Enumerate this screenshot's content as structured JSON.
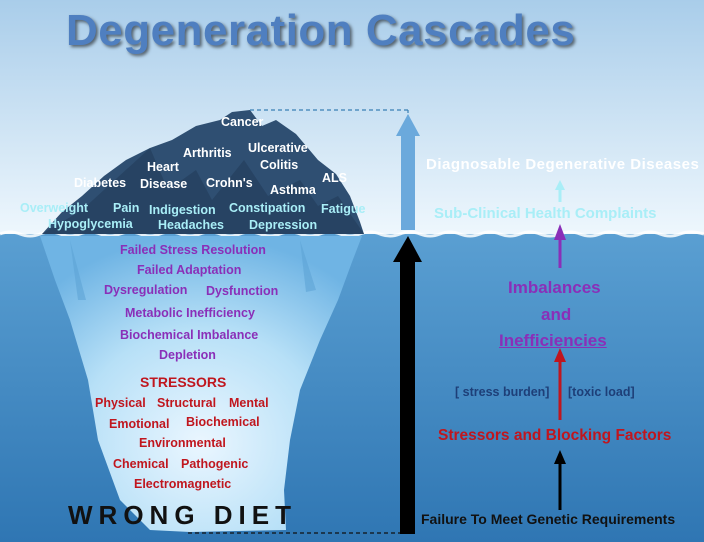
{
  "title": "Degeneration Cascades",
  "diseases": {
    "cancer": "Cancer",
    "ulcerative_line1": "Ulcerative",
    "ulcerative_line2": "Colitis",
    "arthritis": "Arthritis",
    "heart_line1": "Heart",
    "heart_line2": "Disease",
    "crohns": "Crohn's",
    "als": "ALS",
    "asthma": "Asthma",
    "diabetes": "Diabetes"
  },
  "complaints": {
    "overweight": "Overweight",
    "pain": "Pain",
    "indigestion": "Indigestion",
    "constipation": "Constipation",
    "fatigue": "Fatigue",
    "hypoglycemia": "Hypoglycemia",
    "headaches": "Headaches",
    "depression": "Depression"
  },
  "imbalances": {
    "failed_stress_resolution": "Failed Stress Resolution",
    "failed_adaptation": "Failed Adaptation",
    "dysregulation": "Dysregulation",
    "dysfunction": "Dysfunction",
    "metabolic_inefficiency": "Metabolic Inefficiency",
    "biochemical_imbalance": "Biochemical Imbalance",
    "depletion": "Depletion"
  },
  "stressors": {
    "heading": "STRESSORS",
    "physical": "Physical",
    "structural": "Structural",
    "mental": "Mental",
    "emotional": "Emotional",
    "biochemical": "Biochemical",
    "environmental": "Environmental",
    "chemical": "Chemical",
    "pathogenic": "Pathogenic",
    "electromagnetic": "Electromagnetic"
  },
  "base": "WRONG DIET",
  "cascade": {
    "diagnosable": "Diagnosable  Degenerative  Diseases",
    "subclinical": "Sub-Clinical Health Complaints",
    "imbalances": "Imbalances",
    "and": "and",
    "inefficiencies": "Inefficiencies",
    "stress_burden": "[ stress burden]",
    "toxic_load": "[toxic load]",
    "stressors_blocking": "Stressors and Blocking Factors",
    "failure": "Failure To Meet Genetic Requirements"
  },
  "colors": {
    "sky": "#dceefa",
    "sea": "#4f93c9",
    "ice_top": "#2f4f72",
    "ice_under": "#9ed2f2",
    "purple": "#8a2fb8",
    "red": "#c0161e",
    "cyan": "#a9eef7"
  }
}
